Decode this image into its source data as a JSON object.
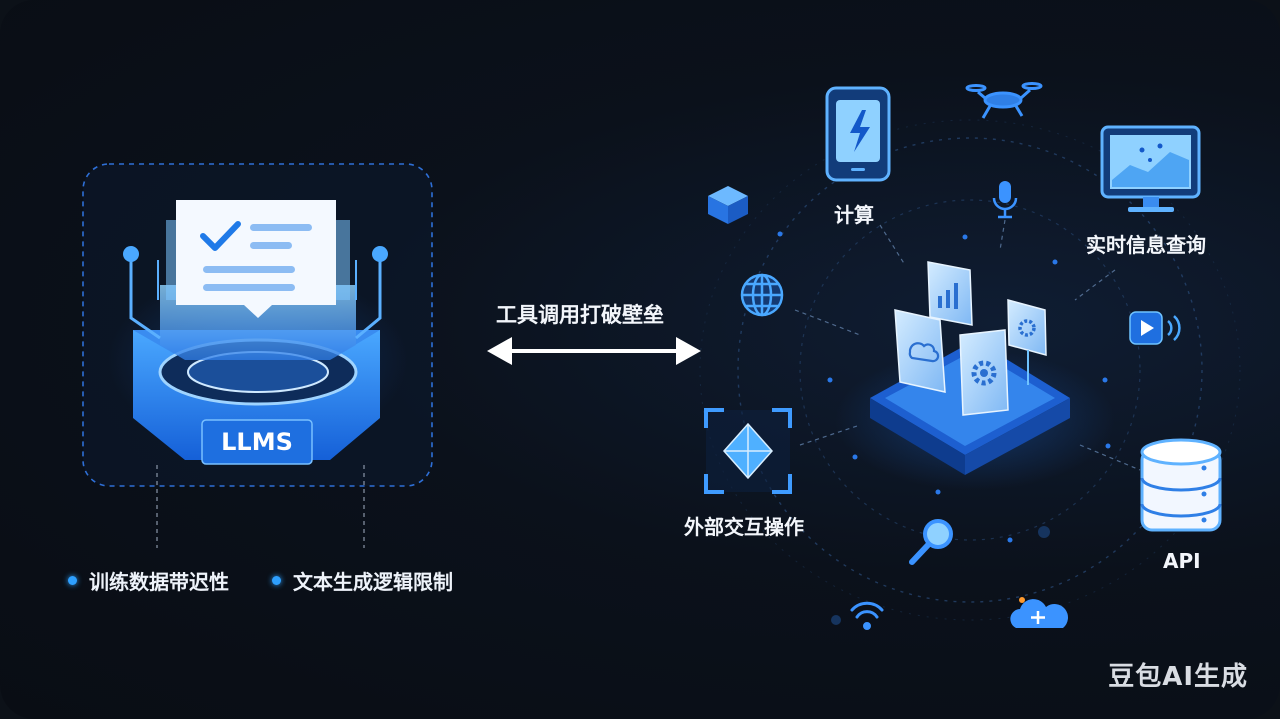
{
  "left_panel": {
    "model_label": "LLMS",
    "limitations": [
      "训练数据带迟性",
      "文本生成逻辑限制"
    ]
  },
  "arrow_label": "工具调用打破壁垒",
  "right_panel": {
    "nodes": [
      "计算",
      "实时信息查询",
      "外部交互操作",
      "API"
    ]
  },
  "watermark": "豆包AI生成",
  "colors": {
    "background": "#0b111b",
    "accent": "#2e8bff",
    "accent_light": "#6fc3ff",
    "text": "#f3f6fb"
  },
  "icons": [
    "document-check-icon",
    "cube-icon",
    "globe-icon",
    "phone-bolt-icon",
    "drone-icon",
    "microphone-icon",
    "monitor-chart-icon",
    "play-sound-icon",
    "database-icon",
    "search-icon",
    "wifi-icon",
    "cloud-plus-icon",
    "focus-diamond-icon",
    "platform-hub-icon"
  ]
}
